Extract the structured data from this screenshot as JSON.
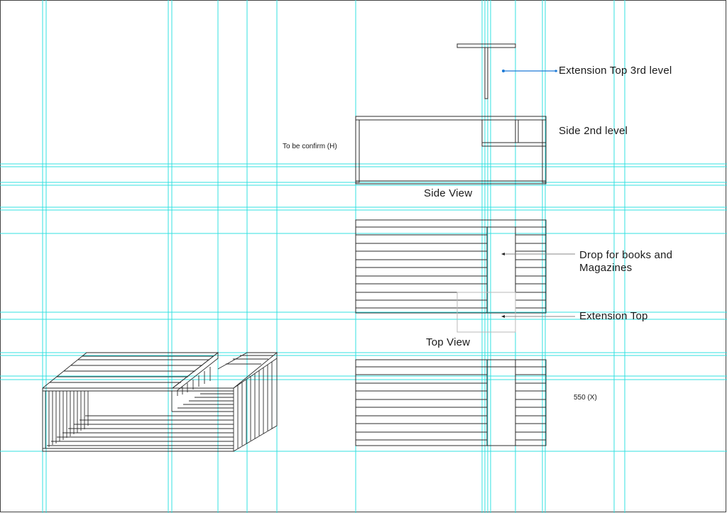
{
  "labels": {
    "extension_top_3rd_level": "Extension Top 3rd level",
    "side_2nd_level": "Side 2nd level",
    "to_be_confirm": "To be confirm (H)",
    "side_view": "Side View",
    "drop_books_line1": "Drop for books and",
    "drop_books_line2": "Magazines",
    "extension_top": "Extension Top",
    "top_view": "Top View",
    "dimension_x": "550 (X)"
  },
  "colors": {
    "guide": "#33e0e0",
    "drawing": "#2b2b2b",
    "leader_accent": "#1e7bd6",
    "light_outline": "#b8b8b8",
    "border": "#444444"
  }
}
